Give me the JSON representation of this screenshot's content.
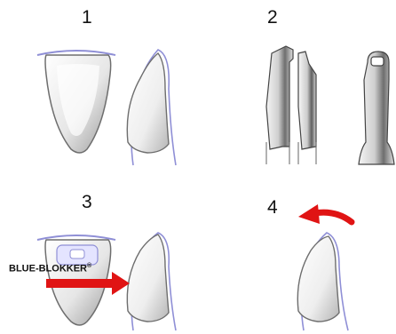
{
  "steps": {
    "step1": "1",
    "step2": "2",
    "step3": "3",
    "step4": "4"
  },
  "brand_label": "BLUE-BLOKKER",
  "brand_mark": "®",
  "colors": {
    "outline": "#8f8fd6",
    "arrow": "#e01414",
    "tooth_light": "#f2f2f2",
    "tooth_shadow": "#9a9a9a",
    "metal_dark": "#7a7a7a"
  },
  "icons": [
    "tooth-front-icon",
    "tooth-side-icon",
    "plier-icon",
    "arrow-right-icon",
    "arrow-curved-icon"
  ]
}
